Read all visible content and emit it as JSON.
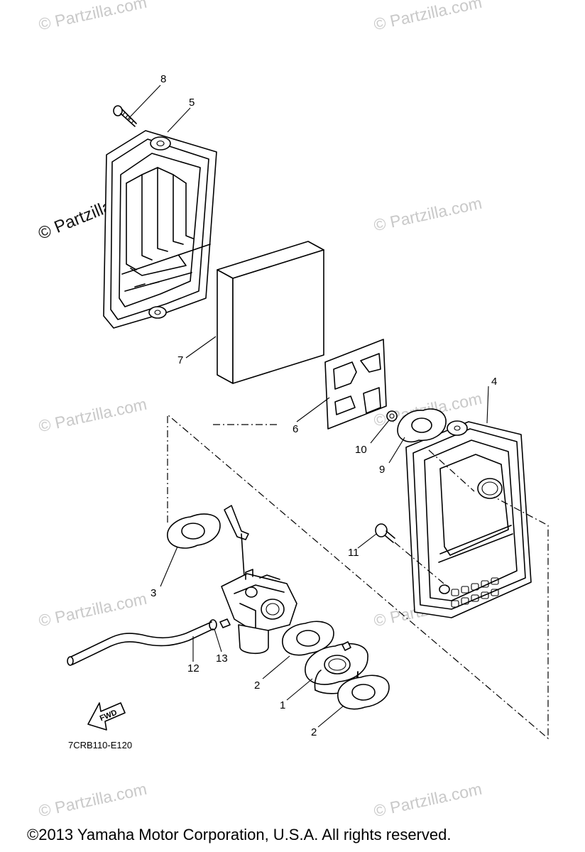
{
  "watermark": {
    "text": "© Partzilla.com"
  },
  "callouts": {
    "c1": "1",
    "c2a": "2",
    "c2b": "2",
    "c3": "3",
    "c4": "4",
    "c5": "5",
    "c6": "6",
    "c7": "7",
    "c8": "8",
    "c9": "9",
    "c10": "10",
    "c11": "11",
    "c12": "12",
    "c13": "13"
  },
  "fwd_arrow_label": "FWD",
  "diagram_code": "7CRB110-E120",
  "copyright": "©2013  Yamaha Motor Corporation, U.S.A. All rights reserved."
}
